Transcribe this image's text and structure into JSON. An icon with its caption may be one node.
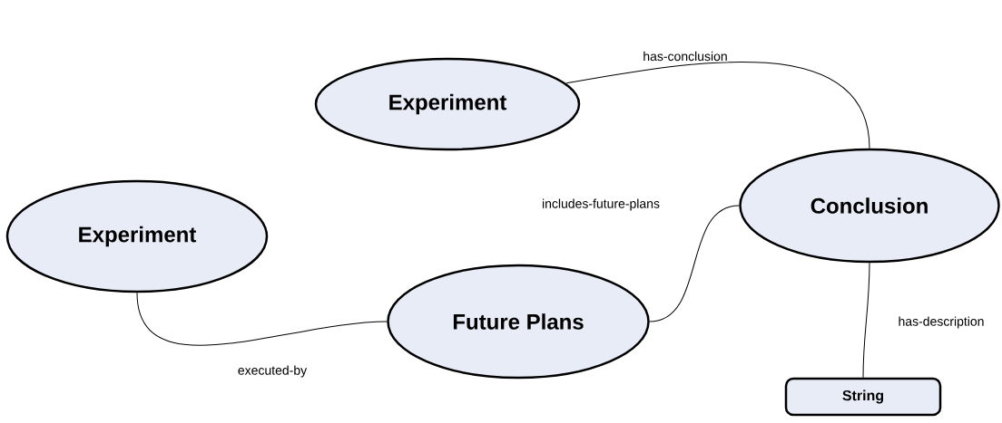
{
  "diagram": {
    "nodes": [
      {
        "text": [
          "Experiment"
        ]
      },
      {
        "text": [
          "Conclusion"
        ]
      },
      {
        "text": [
          "Experiment"
        ]
      },
      {
        "text": [
          "Future Plans"
        ]
      },
      {
        "text": [
          "String"
        ]
      }
    ],
    "edges": [
      {
        "from": 0,
        "to": 1,
        "arrow": "none",
        "label": "has-conclusion"
      },
      {
        "from": 3,
        "to": 1,
        "arrow": "none",
        "label": "includes-future-plans"
      },
      {
        "from": 2,
        "to": 3,
        "arrow": "none",
        "label": "executed-by"
      },
      {
        "from": 1,
        "to": 4,
        "arrow": "none",
        "label": "has-description"
      }
    ]
  }
}
